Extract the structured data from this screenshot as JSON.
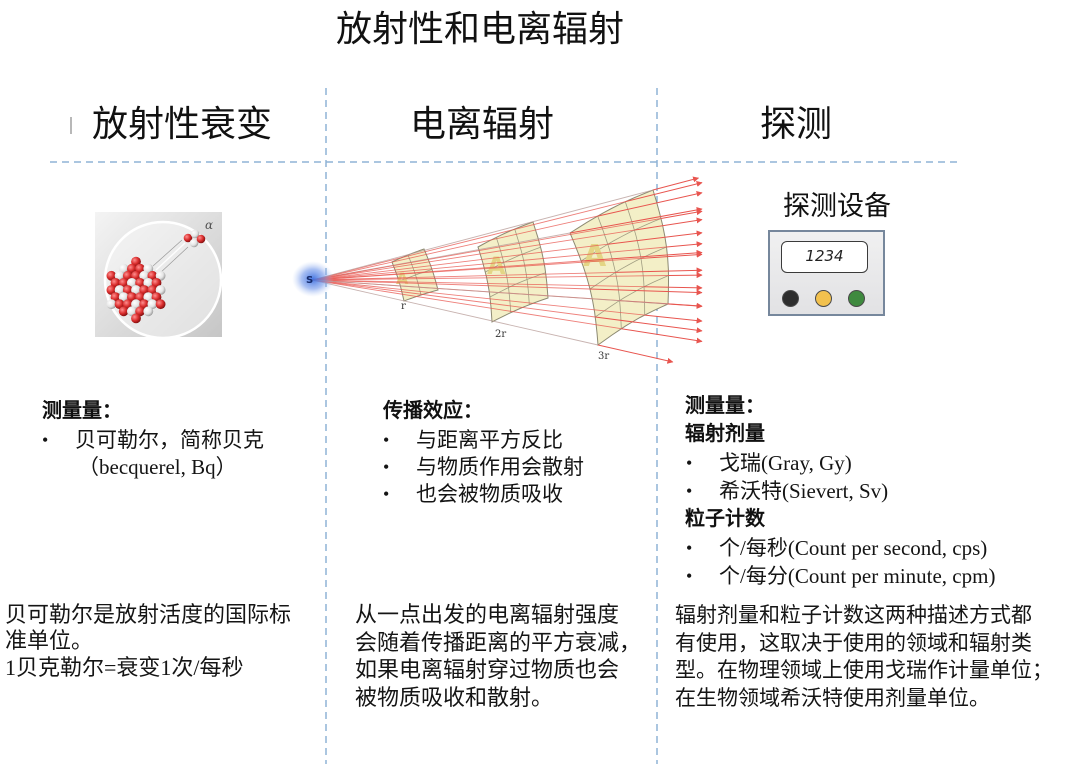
{
  "title": "放射性和电离辐射",
  "bullet": "•",
  "decay": {
    "header": "放射性衰变",
    "figure": {
      "alpha_label": "α"
    },
    "measure_label": "测量量：",
    "bullets": [
      "贝可勒尔，简称贝克"
    ],
    "bullet_note": "（becquerel, Bq）",
    "paragraph": [
      "贝可勒尔是放射活度的国际标",
      "准单位。",
      "1贝克勒尔=衰变1次/每秒"
    ]
  },
  "ionizing": {
    "header": "电离辐射",
    "figure": {
      "source_label": "S",
      "panel_label": "A",
      "distance_labels": [
        "r",
        "2r",
        "3r"
      ]
    },
    "effect_label": "传播效应：",
    "bullets": [
      "与距离平方反比",
      "与物质作用会散射",
      "也会被物质吸收"
    ],
    "paragraph": [
      "从一点出发的电离辐射强度",
      "会随着传播距离的平方衰减，",
      "如果电离辐射穿过物质也会",
      "被物质吸收和散射。"
    ]
  },
  "detection": {
    "header": "探测",
    "device": {
      "title": "探测设备",
      "display": "1234",
      "button_colors": [
        "#2e2e2e",
        "#f2c14e",
        "#3f8a3f"
      ]
    },
    "measure_label": "测量量：",
    "groups": [
      {
        "name": "辐射剂量",
        "bullets": [
          "戈瑞(Gray, Gy)",
          "希沃特(Sievert, Sv)"
        ]
      },
      {
        "name": "粒子计数",
        "bullets": [
          "个/每秒(Count per second, cps)",
          "个/每分(Count per minute, cpm)"
        ]
      }
    ],
    "paragraph": [
      "辐射剂量和粒子计数这两种描述方式都",
      "有使用，这取决于使用的领域和辐射类",
      "型。在物理领域上使用戈瑞作计量单位；",
      "在生物领域希沃特使用剂量单位。"
    ]
  },
  "colors": {
    "divider": "#8fb3d6",
    "panel_fill": "#f3efc7",
    "panel_letter": "#e3d585",
    "ray": "#e8554f",
    "source_glow": "#3d6fe0"
  }
}
